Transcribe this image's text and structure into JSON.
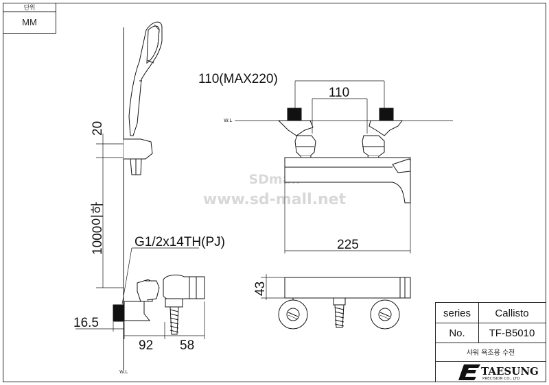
{
  "unit_box": {
    "label": "단위",
    "value": "MM"
  },
  "watermark": {
    "line1": "SDmall",
    "line2": "www.sd-mall.net"
  },
  "waterline_label": "W.L",
  "dimensions": {
    "top_outer": "110(MAX220)",
    "top_inner": "110",
    "body_width": "225",
    "body_depth": "43",
    "side_20": "20",
    "side_height": "1000이하",
    "thread": "G1/2x14TH(PJ)",
    "side_165": "16.5",
    "side_92": "92",
    "side_58": "58"
  },
  "title_block": {
    "series_label": "series",
    "series_value": "Callisto",
    "no_label": "No.",
    "no_value": "TF-B5010",
    "description": "샤워 욕조용 수전",
    "company": "TAESUNG",
    "company_sub": "PRECISION CO., LTD"
  }
}
